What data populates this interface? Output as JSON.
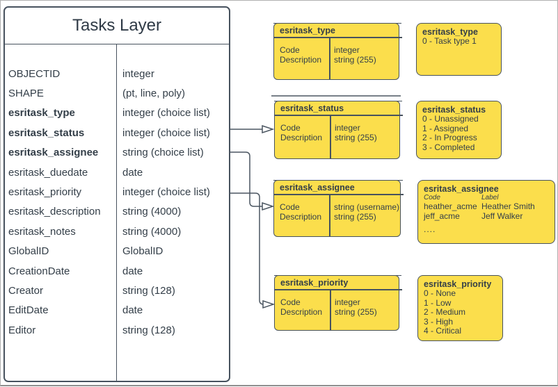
{
  "colors": {
    "box_yellow": "#FBDE4C",
    "stroke_dark": "#47525e",
    "text_dark": "#333e48"
  },
  "tasks_layer": {
    "title": "Tasks Layer",
    "fields": [
      {
        "name": "OBJECTID",
        "type": "integer"
      },
      {
        "name": "SHAPE",
        "type": "(pt, line, poly)"
      },
      {
        "name": "esritask_type",
        "type": "integer (choice list)"
      },
      {
        "name": "esritask_status",
        "type": "integer (choice list)"
      },
      {
        "name": "esritask_assignee",
        "type": "string (choice list)"
      },
      {
        "name": "esritask_duedate",
        "type": "date"
      },
      {
        "name": "esritask_priority",
        "type": "integer (choice list)"
      },
      {
        "name": "esritask_description",
        "type": "string (4000)"
      },
      {
        "name": "esritask_notes",
        "type": "string (4000)"
      },
      {
        "name": "GlobalID",
        "type": "GlobalID"
      },
      {
        "name": "CreationDate",
        "type": "date"
      },
      {
        "name": "Creator",
        "type": "string (128)"
      },
      {
        "name": "EditDate",
        "type": "date"
      },
      {
        "name": "Editor",
        "type": "string (128)"
      }
    ]
  },
  "domain_tables": {
    "type": {
      "title": "esritask_type",
      "field1": "Code",
      "field2": "Description",
      "type1": "integer",
      "type2": "string (255)"
    },
    "status": {
      "title": "esritask_status",
      "field1": "Code",
      "field2": "Description",
      "type1": "integer",
      "type2": "string (255)"
    },
    "assignee": {
      "title": "esritask_assignee",
      "field1": "Code",
      "field2": "Description",
      "type1": "string (username)",
      "type2": "string (255)"
    },
    "priority": {
      "title": "esritask_priority",
      "field1": "Code",
      "field2": "Description",
      "type1": "integer",
      "type2": "string (255)"
    }
  },
  "value_lists": {
    "type": {
      "title": "esritask_type",
      "items": [
        "0 - Task type 1"
      ]
    },
    "status": {
      "title": "esritask_status",
      "items": [
        "0 - Unassigned",
        "1 - Assigned",
        "2 - In Progress",
        "3 - Completed"
      ]
    },
    "assignee": {
      "title": "esritask_assignee",
      "col_code": "Code",
      "col_label": "Label",
      "rows": [
        {
          "code": "heather_acme",
          "label": "Heather Smith"
        },
        {
          "code": "jeff_acme",
          "label": "Jeff Walker"
        }
      ],
      "more": "...."
    },
    "priority": {
      "title": "esritask_priority",
      "items": [
        "0 - None",
        "1 - Low",
        "2 - Medium",
        "3 - High",
        "4 - Critical"
      ]
    }
  }
}
